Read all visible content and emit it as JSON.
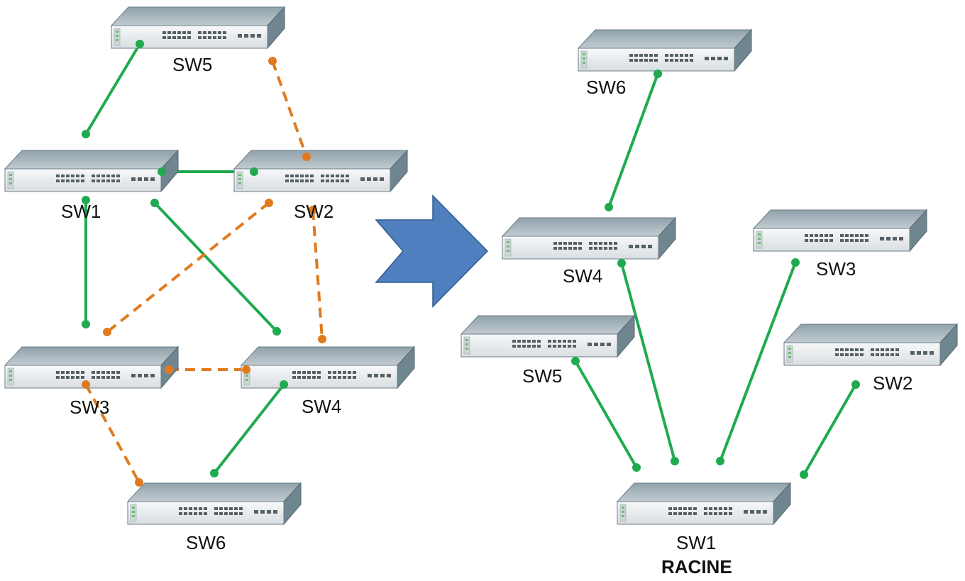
{
  "colors": {
    "active_link": "#1faa4f",
    "blocked_link": "#e07a1f",
    "arrow_fill": "#4f7fbf",
    "arrow_stroke": "#2f5a8f",
    "switch_front": "#eef0f1",
    "switch_top": "#a9b7be",
    "switch_side": "#6f8590"
  },
  "icons": {
    "switch": "network-switch-icon",
    "arrow": "right-chevron-arrow-icon"
  },
  "before": {
    "switches": [
      {
        "id": "sw5",
        "label": "SW5"
      },
      {
        "id": "sw1",
        "label": "SW1"
      },
      {
        "id": "sw2",
        "label": "SW2"
      },
      {
        "id": "sw3",
        "label": "SW3"
      },
      {
        "id": "sw4",
        "label": "SW4"
      },
      {
        "id": "sw6",
        "label": "SW6"
      }
    ],
    "links": [
      {
        "from": "SW5",
        "to": "SW1",
        "state": "active"
      },
      {
        "from": "SW5",
        "to": "SW2",
        "state": "blocked"
      },
      {
        "from": "SW1",
        "to": "SW2",
        "state": "active"
      },
      {
        "from": "SW1",
        "to": "SW3",
        "state": "active"
      },
      {
        "from": "SW1",
        "to": "SW4",
        "state": "active"
      },
      {
        "from": "SW2",
        "to": "SW3",
        "state": "blocked"
      },
      {
        "from": "SW2",
        "to": "SW4",
        "state": "blocked"
      },
      {
        "from": "SW3",
        "to": "SW4",
        "state": "blocked"
      },
      {
        "from": "SW3",
        "to": "SW6",
        "state": "blocked"
      },
      {
        "from": "SW4",
        "to": "SW6",
        "state": "active"
      }
    ]
  },
  "after": {
    "switches": [
      {
        "id": "sw6",
        "label": "SW6"
      },
      {
        "id": "sw4",
        "label": "SW4"
      },
      {
        "id": "sw3",
        "label": "SW3"
      },
      {
        "id": "sw5",
        "label": "SW5"
      },
      {
        "id": "sw2",
        "label": "SW2"
      },
      {
        "id": "sw1",
        "label": "SW1"
      }
    ],
    "root_caption": "RACINE",
    "links": [
      {
        "from": "SW6",
        "to": "SW4",
        "state": "active"
      },
      {
        "from": "SW4",
        "to": "SW1",
        "state": "active"
      },
      {
        "from": "SW3",
        "to": "SW1",
        "state": "active"
      },
      {
        "from": "SW5",
        "to": "SW1",
        "state": "active"
      },
      {
        "from": "SW2",
        "to": "SW1",
        "state": "active"
      }
    ]
  }
}
